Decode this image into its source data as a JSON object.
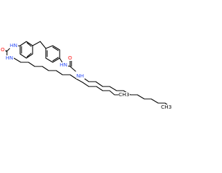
{
  "molecule": {
    "atom_labels": {
      "nh_top": "HN",
      "o_top": "O",
      "nh_left": "HN",
      "nh_mid": "HN",
      "o_mid": "O",
      "nh_right": "NH",
      "ch3_left": "CH3",
      "ch3_right": "CH3"
    }
  },
  "colors": {
    "bond": "#000000",
    "nitrogen": "#3050F8",
    "oxygen": "#FF0D0D",
    "carbon": "#000000",
    "background": "#ffffff"
  }
}
